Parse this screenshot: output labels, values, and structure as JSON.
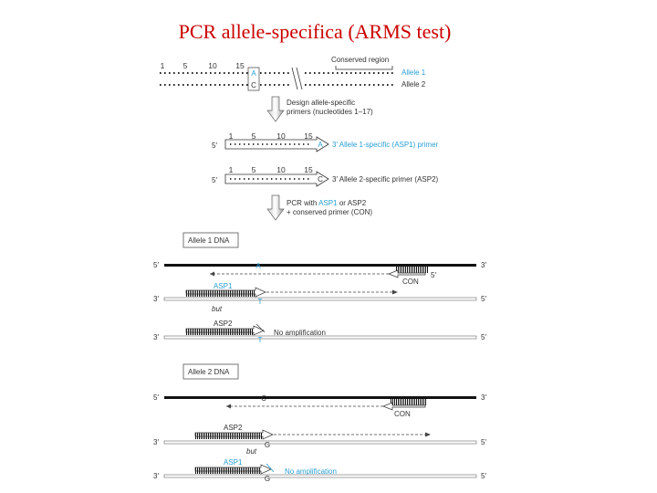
{
  "title": "PCR allele-specifica (ARMS test)",
  "colors": {
    "title": "#cc0000",
    "accent": "#2a9fd6",
    "text": "#333333"
  },
  "top": {
    "positions": [
      "1",
      "5",
      "10",
      "15"
    ],
    "conserved_region": "Conserved region",
    "allele1": {
      "label": "Allele 1",
      "base": "A"
    },
    "allele2": {
      "label": "Allele 2",
      "base": "C"
    }
  },
  "step1": [
    "Design allele-specific",
    "primers (nucleotides 1–17)"
  ],
  "primers": {
    "positions": [
      "1",
      "5",
      "10",
      "15"
    ],
    "five_prime": "5′",
    "asp1": {
      "base": "A",
      "label": "3′  Allele 1-specific (ASP1) primer"
    },
    "asp2": {
      "base": "C",
      "label": "3′  Allele 2-specific primer (ASP2)"
    }
  },
  "step2": {
    "line1_pre": "PCR with ",
    "asp1": "ASP1",
    "line1_mid": " or ASP2",
    "line2": "+ conserved primer (CON)"
  },
  "allele1_panel": {
    "box_label": "Allele 1 DNA",
    "top_5": "5′",
    "top_3": "3′",
    "top_base": "A",
    "con_label": "CON",
    "con_5": "5′",
    "primer1": "ASP1",
    "bottom_3": "3′",
    "bottom_5": "5′",
    "bottom_base": "T",
    "but": "but",
    "primer2": "ASP2",
    "no_amp": "No amplification"
  },
  "allele2_panel": {
    "box_label": "Allele 2 DNA",
    "top_5": "5′",
    "top_3": "3′",
    "top_base": "C",
    "con_label": "CON",
    "primer1": "ASP2",
    "bottom_3": "3′",
    "bottom_5": "5′",
    "bottom_base": "G",
    "but": "but",
    "primer2": "ASP1",
    "no_amp": "No amplification"
  }
}
